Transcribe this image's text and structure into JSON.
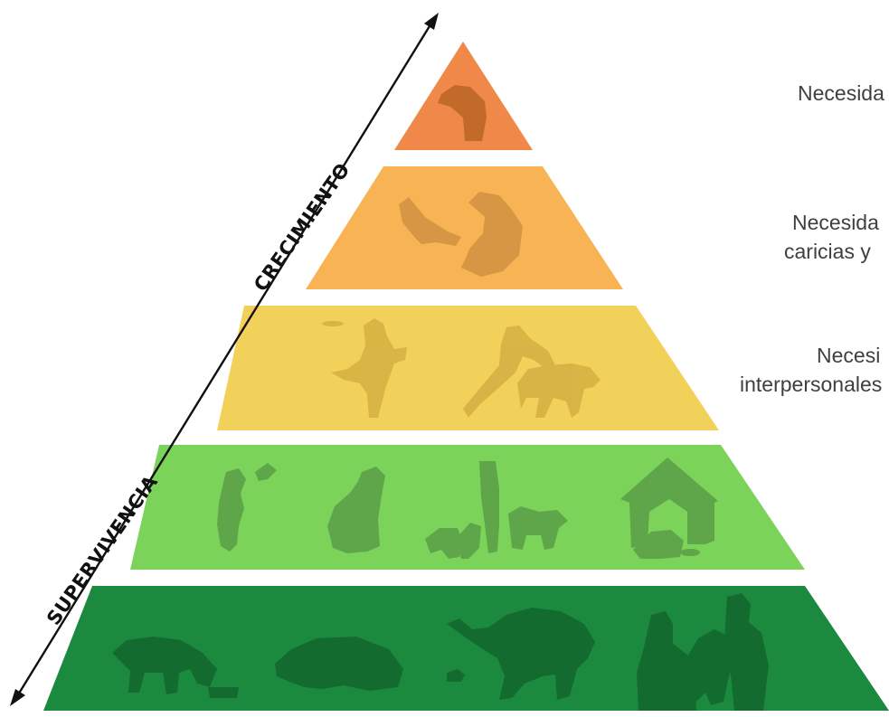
{
  "diagram": {
    "axis_labels": {
      "growth": "CRECIMIENTO",
      "survival": "SUPERVIVENCIA"
    },
    "levels": [
      {
        "level": 5,
        "color": "#f0884a",
        "text_lines": [
          "Necesida"
        ]
      },
      {
        "level": 4,
        "color": "#f8b354",
        "text_lines": [
          "Necesida",
          "caricias y"
        ]
      },
      {
        "level": 3,
        "color": "#f2d15a",
        "text_lines": [
          "Necesi",
          "interpersonales"
        ]
      },
      {
        "level": 2,
        "color": "#7cd35a",
        "text_lines": []
      },
      {
        "level": 1,
        "color": "#1b8a3e",
        "text_lines": []
      }
    ],
    "icons": {
      "level5": [
        "dog-head-silhouette-icon"
      ],
      "level4": [
        "hand-petting-dog-icon"
      ],
      "level3": [
        "dog-catching-frisbee-icon",
        "person-walking-dog-icon"
      ],
      "level2": [
        "puppy-begging-treat-icon",
        "sitting-dog-icon",
        "person-walking-dogs-icon",
        "dog-in-doghouse-icon"
      ],
      "level1": [
        "puppy-eating-bowl-icon",
        "sleeping-dog-icon",
        "dog-pooping-icon",
        "veterinarian-with-dog-icon"
      ]
    },
    "arrow": {
      "direction": "bidirectional",
      "color": "#111111"
    }
  }
}
